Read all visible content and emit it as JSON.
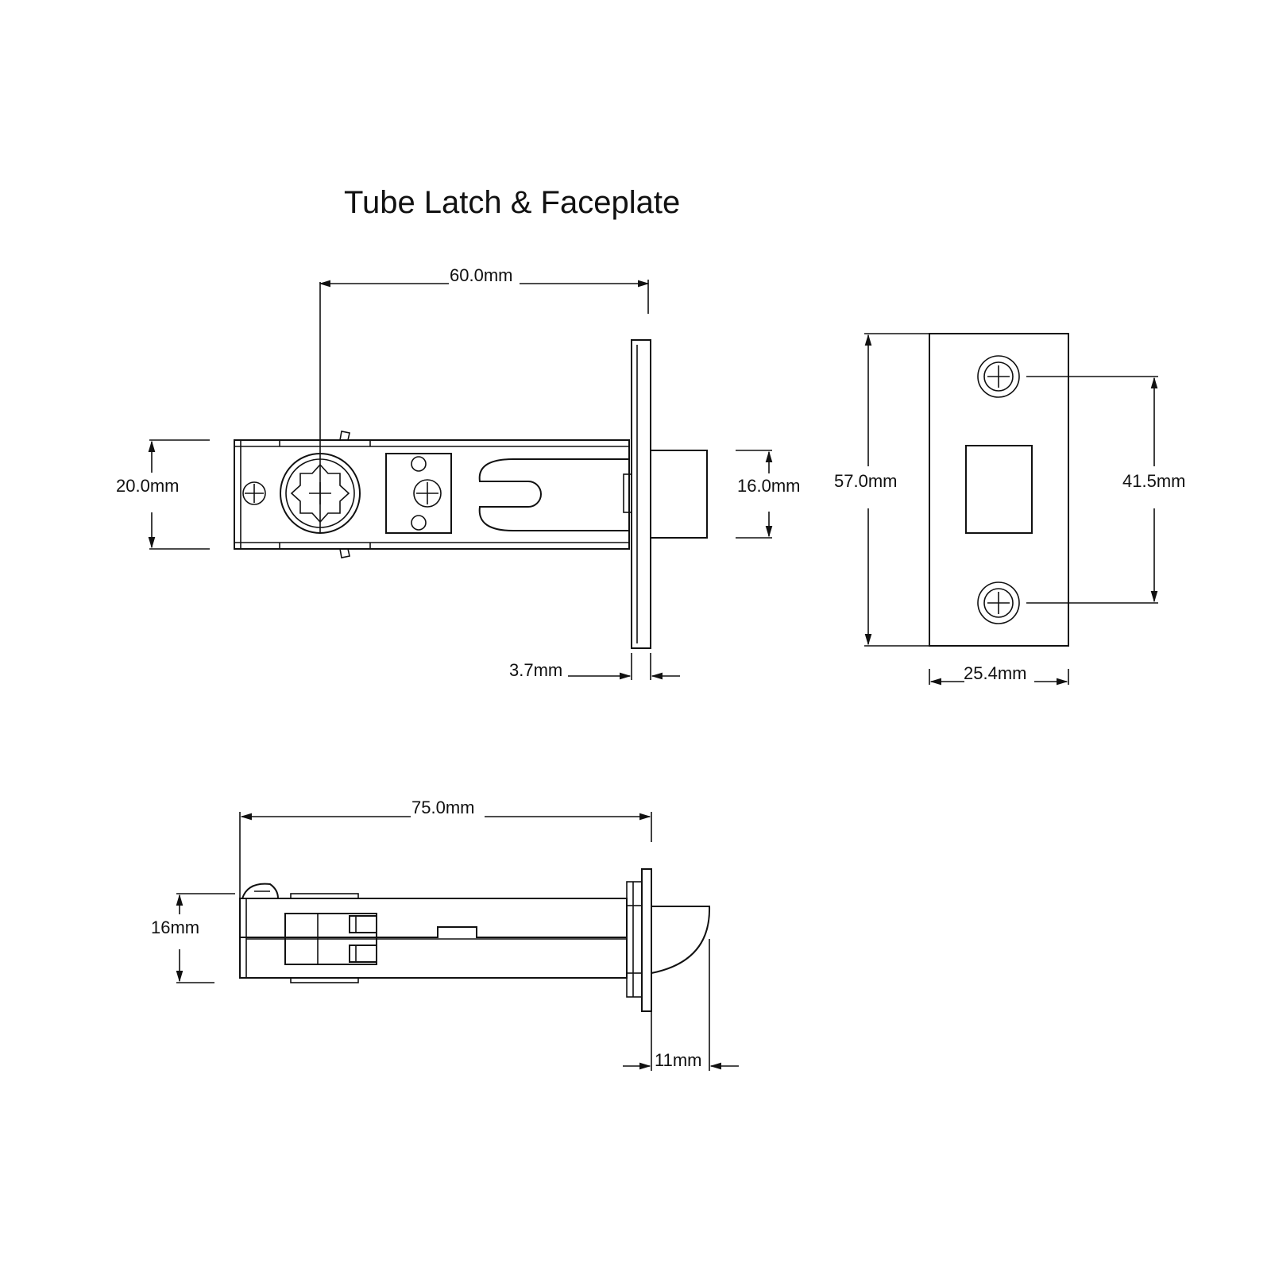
{
  "title": "Tube Latch & Faceplate",
  "dimensions": {
    "top_length": "60.0mm",
    "tube_height": "20.0mm",
    "bolt_height": "16.0mm",
    "faceplate_thickness": "3.7mm",
    "faceplate_height": "57.0mm",
    "screw_spacing": "41.5mm",
    "faceplate_width": "25.4mm",
    "overall_length": "75.0mm",
    "side_tube_height": "16mm",
    "latch_projection": "11mm"
  },
  "icons": [
    "screw-icon",
    "spindle-hub-icon"
  ]
}
